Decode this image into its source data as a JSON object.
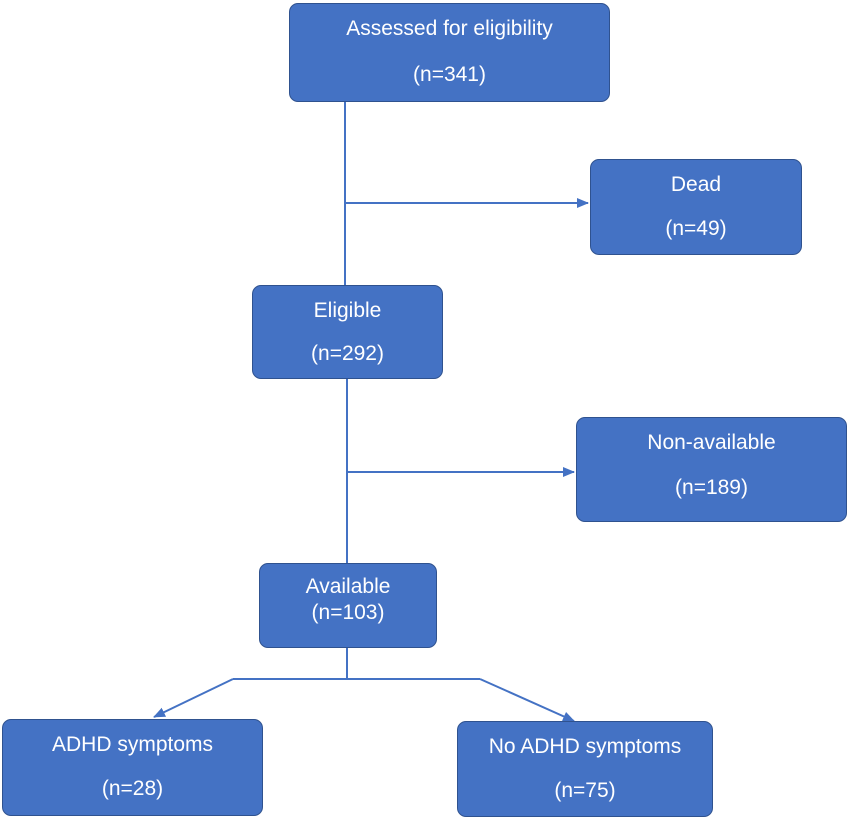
{
  "nodes": {
    "assessed": {
      "label": "Assessed for eligibility",
      "count": "(n=341)"
    },
    "dead": {
      "label": "Dead",
      "count": "(n=49)"
    },
    "eligible": {
      "label": "Eligible",
      "count": "(n=292)"
    },
    "non_available": {
      "label": "Non-available",
      "count": "(n=189)"
    },
    "available": {
      "label": "Available",
      "count": "(n=103)"
    },
    "adhd": {
      "label": "ADHD symptoms",
      "count": "(n=28)"
    },
    "no_adhd": {
      "label": "No ADHD symptoms",
      "count": "(n=75)"
    }
  },
  "colors": {
    "box_fill": "#4472c4",
    "box_border": "#2f528f",
    "connector": "#4472c4",
    "text": "#ffffff"
  }
}
